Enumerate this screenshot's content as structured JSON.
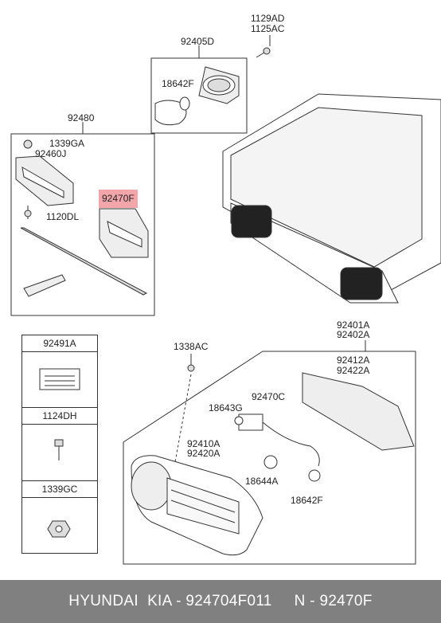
{
  "labels": {
    "p_1129AD": "1129AD",
    "p_1125AC": "1125AC",
    "p_92405D": "92405D",
    "p_18642F_top": "18642F",
    "p_92480": "92480",
    "p_1339GA": "1339GA",
    "p_92460J": "92460J",
    "p_92470F": "92470F",
    "p_1120DL": "1120DL",
    "p_92491A": "92491A",
    "p_1124DH": "1124DH",
    "p_1339GC": "1339GC",
    "p_1338AC": "1338AC",
    "p_92401A": "92401A",
    "p_92402A": "92402A",
    "p_92412A": "92412A",
    "p_92422A": "92422A",
    "p_92470C": "92470C",
    "p_18643G": "18643G",
    "p_92410A": "92410A",
    "p_92420A": "92420A",
    "p_18644A": "18644A",
    "p_18642F_bottom": "18642F"
  },
  "footer": {
    "brand": "HYUNDAI  KIA",
    "part_number": "924704F011",
    "separator": "-",
    "n_label": "N",
    "n_value": "92470F"
  },
  "colors": {
    "highlight": "#f2a6aa",
    "footer_bg": "#808080",
    "line": "#333333"
  }
}
